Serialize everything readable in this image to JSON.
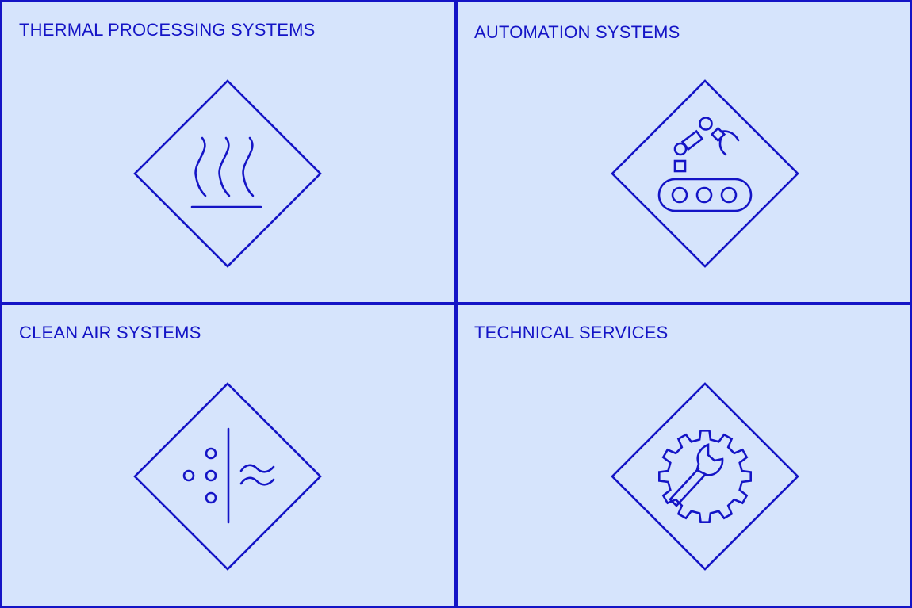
{
  "tiles": [
    {
      "title": "THERMAL PROCESSING SYSTEMS",
      "icon": "heat-waves-icon"
    },
    {
      "title": "AUTOMATION SYSTEMS",
      "icon": "robot-arm-conveyor-icon"
    },
    {
      "title": "CLEAN AIR SYSTEMS",
      "icon": "air-filter-icon"
    },
    {
      "title": "TECHNICAL SERVICES",
      "icon": "gear-wrench-icon"
    }
  ],
  "colors": {
    "accent": "#1414c6",
    "background": "#d6e4fc"
  }
}
